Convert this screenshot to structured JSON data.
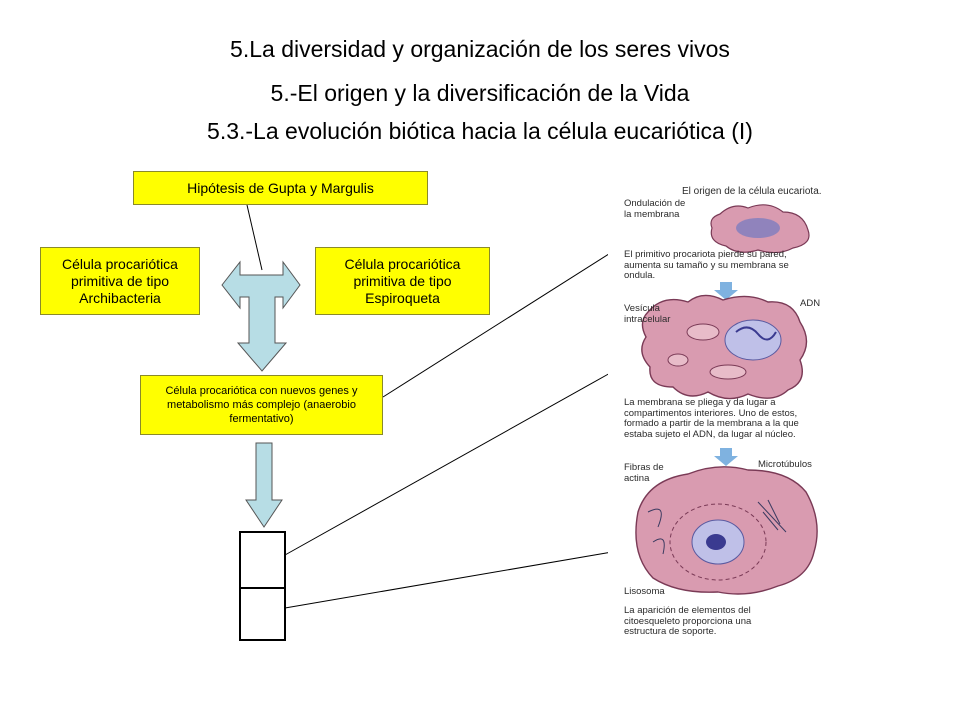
{
  "titles": {
    "line1": "5.La diversidad y organización de los seres vivos",
    "line2": "5.-El origen y la diversificación de la Vida",
    "line3": "5.3.-La evolución biótica hacia la célula eucariótica (I)"
  },
  "diagram": {
    "hypothesis": "Hipótesis de Gupta y Margulis",
    "left_cell": "Célula procariótica primitiva de tipo Archibacteria",
    "right_cell": "Célula procariótica primitiva de tipo Espiroqueta",
    "combined_cell": "Célula procariótica con nuevos genes y metabolismo más complejo (anaerobio fermentativo)"
  },
  "illustration": {
    "heading": "El origen de la célula eucariota.",
    "label_ondulacion": "Ondulación de la membrana",
    "caption_1": "El primitivo procariota pierde su pared, aumenta su tamaño y su membrana se ondula.",
    "label_vesicula": "Vesícula intracelular",
    "label_adn": "ADN",
    "caption_2": "La membrana se pliega y da lugar a compartimentos interiores. Uno de estos, formado a partir de la membrana a la que estaba sujeto el ADN, da lugar al núcleo.",
    "label_fibras": "Fibras de actina",
    "label_microtubulos": "Microtúbulos",
    "label_lisosoma": "Lisosoma",
    "caption_3": "La aparición de elementos del citoesqueleto proporciona una estructura de soporte.",
    "colors": {
      "cell_fill": "#d99bb0",
      "cell_edge": "#7a3a56",
      "nucleus": "#7d7dbf",
      "arrow": "#7fb2e0"
    }
  }
}
